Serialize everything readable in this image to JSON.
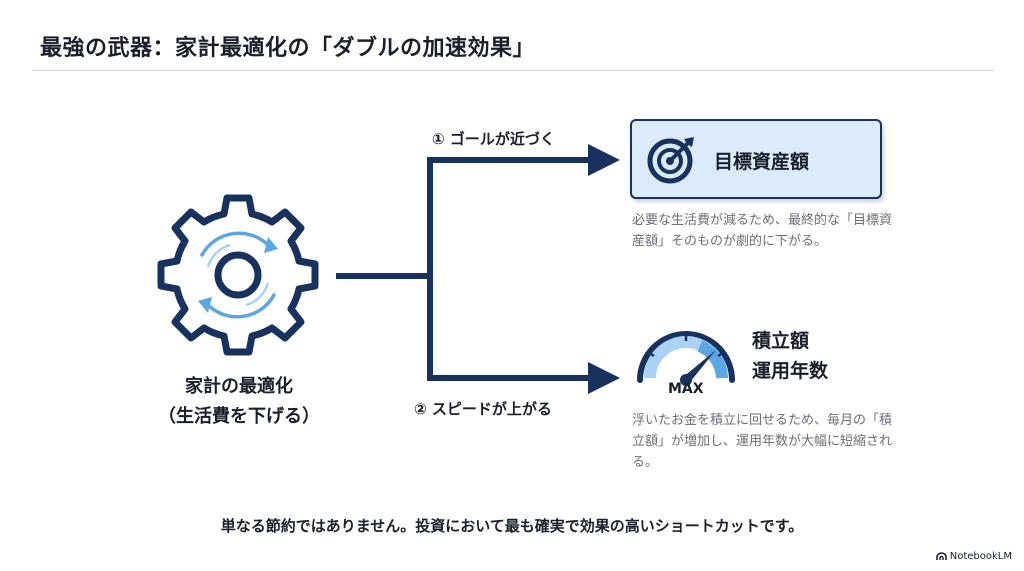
{
  "title": "最強の武器：家計最適化の「ダブルの加速効果」",
  "source": {
    "label_line1": "家計の最適化",
    "label_line2": "（生活費を下げる）",
    "icon": "gear-icon"
  },
  "branches": {
    "top": {
      "label": "① ゴールが近づく",
      "target_label": "目標資産額",
      "icon": "target-icon",
      "description": "必要な生活費が減るため、最終的な「目標資産額」そのものが劇的に下がる。"
    },
    "bottom": {
      "label": "② スピードが上がる",
      "target_label_line1": "積立額",
      "target_label_line2": "運用年数",
      "gauge_text": "MAX",
      "icon": "speedometer-icon",
      "description": "浮いたお金を積立に回せるため、毎月の「積立額」が増加し、運用年数が大幅に短縮される。"
    }
  },
  "footer": {
    "message": "単なる節約ではありません。投資において最も確実で効果の高いショートカットです。"
  },
  "brand": {
    "name": "NotebookLM"
  },
  "colors": {
    "navy": "#17325e",
    "light_blue": "#dcebfb",
    "accent_blue": "#5aa6e6",
    "text_dark": "#1a1f2b",
    "text_gray": "#6b6f76"
  }
}
